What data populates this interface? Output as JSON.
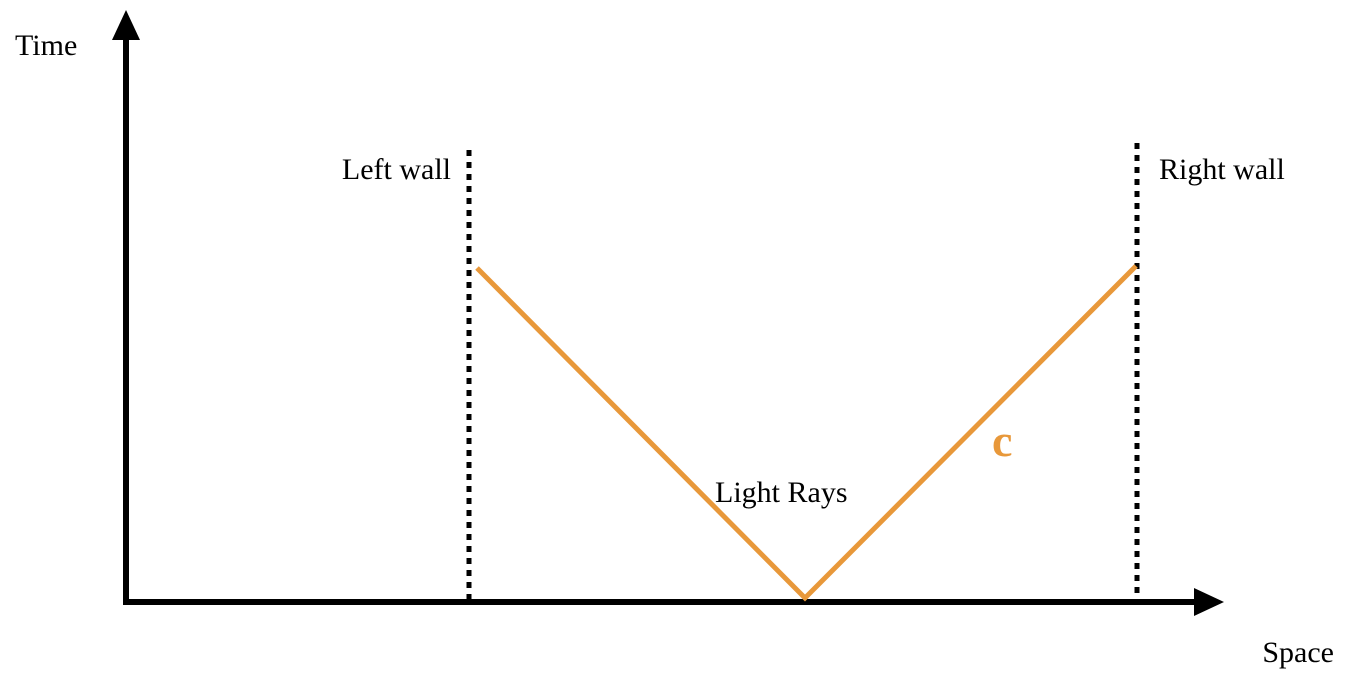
{
  "axes": {
    "y_label": "Time",
    "x_label": "Space"
  },
  "walls": {
    "left_label": "Left wall",
    "right_label": "Right wall"
  },
  "rays": {
    "label": "Light Rays",
    "speed_label": "c"
  },
  "colors": {
    "axis": "#000000",
    "wall": "#000000",
    "ray": "#E8983A",
    "text": "#000000"
  }
}
